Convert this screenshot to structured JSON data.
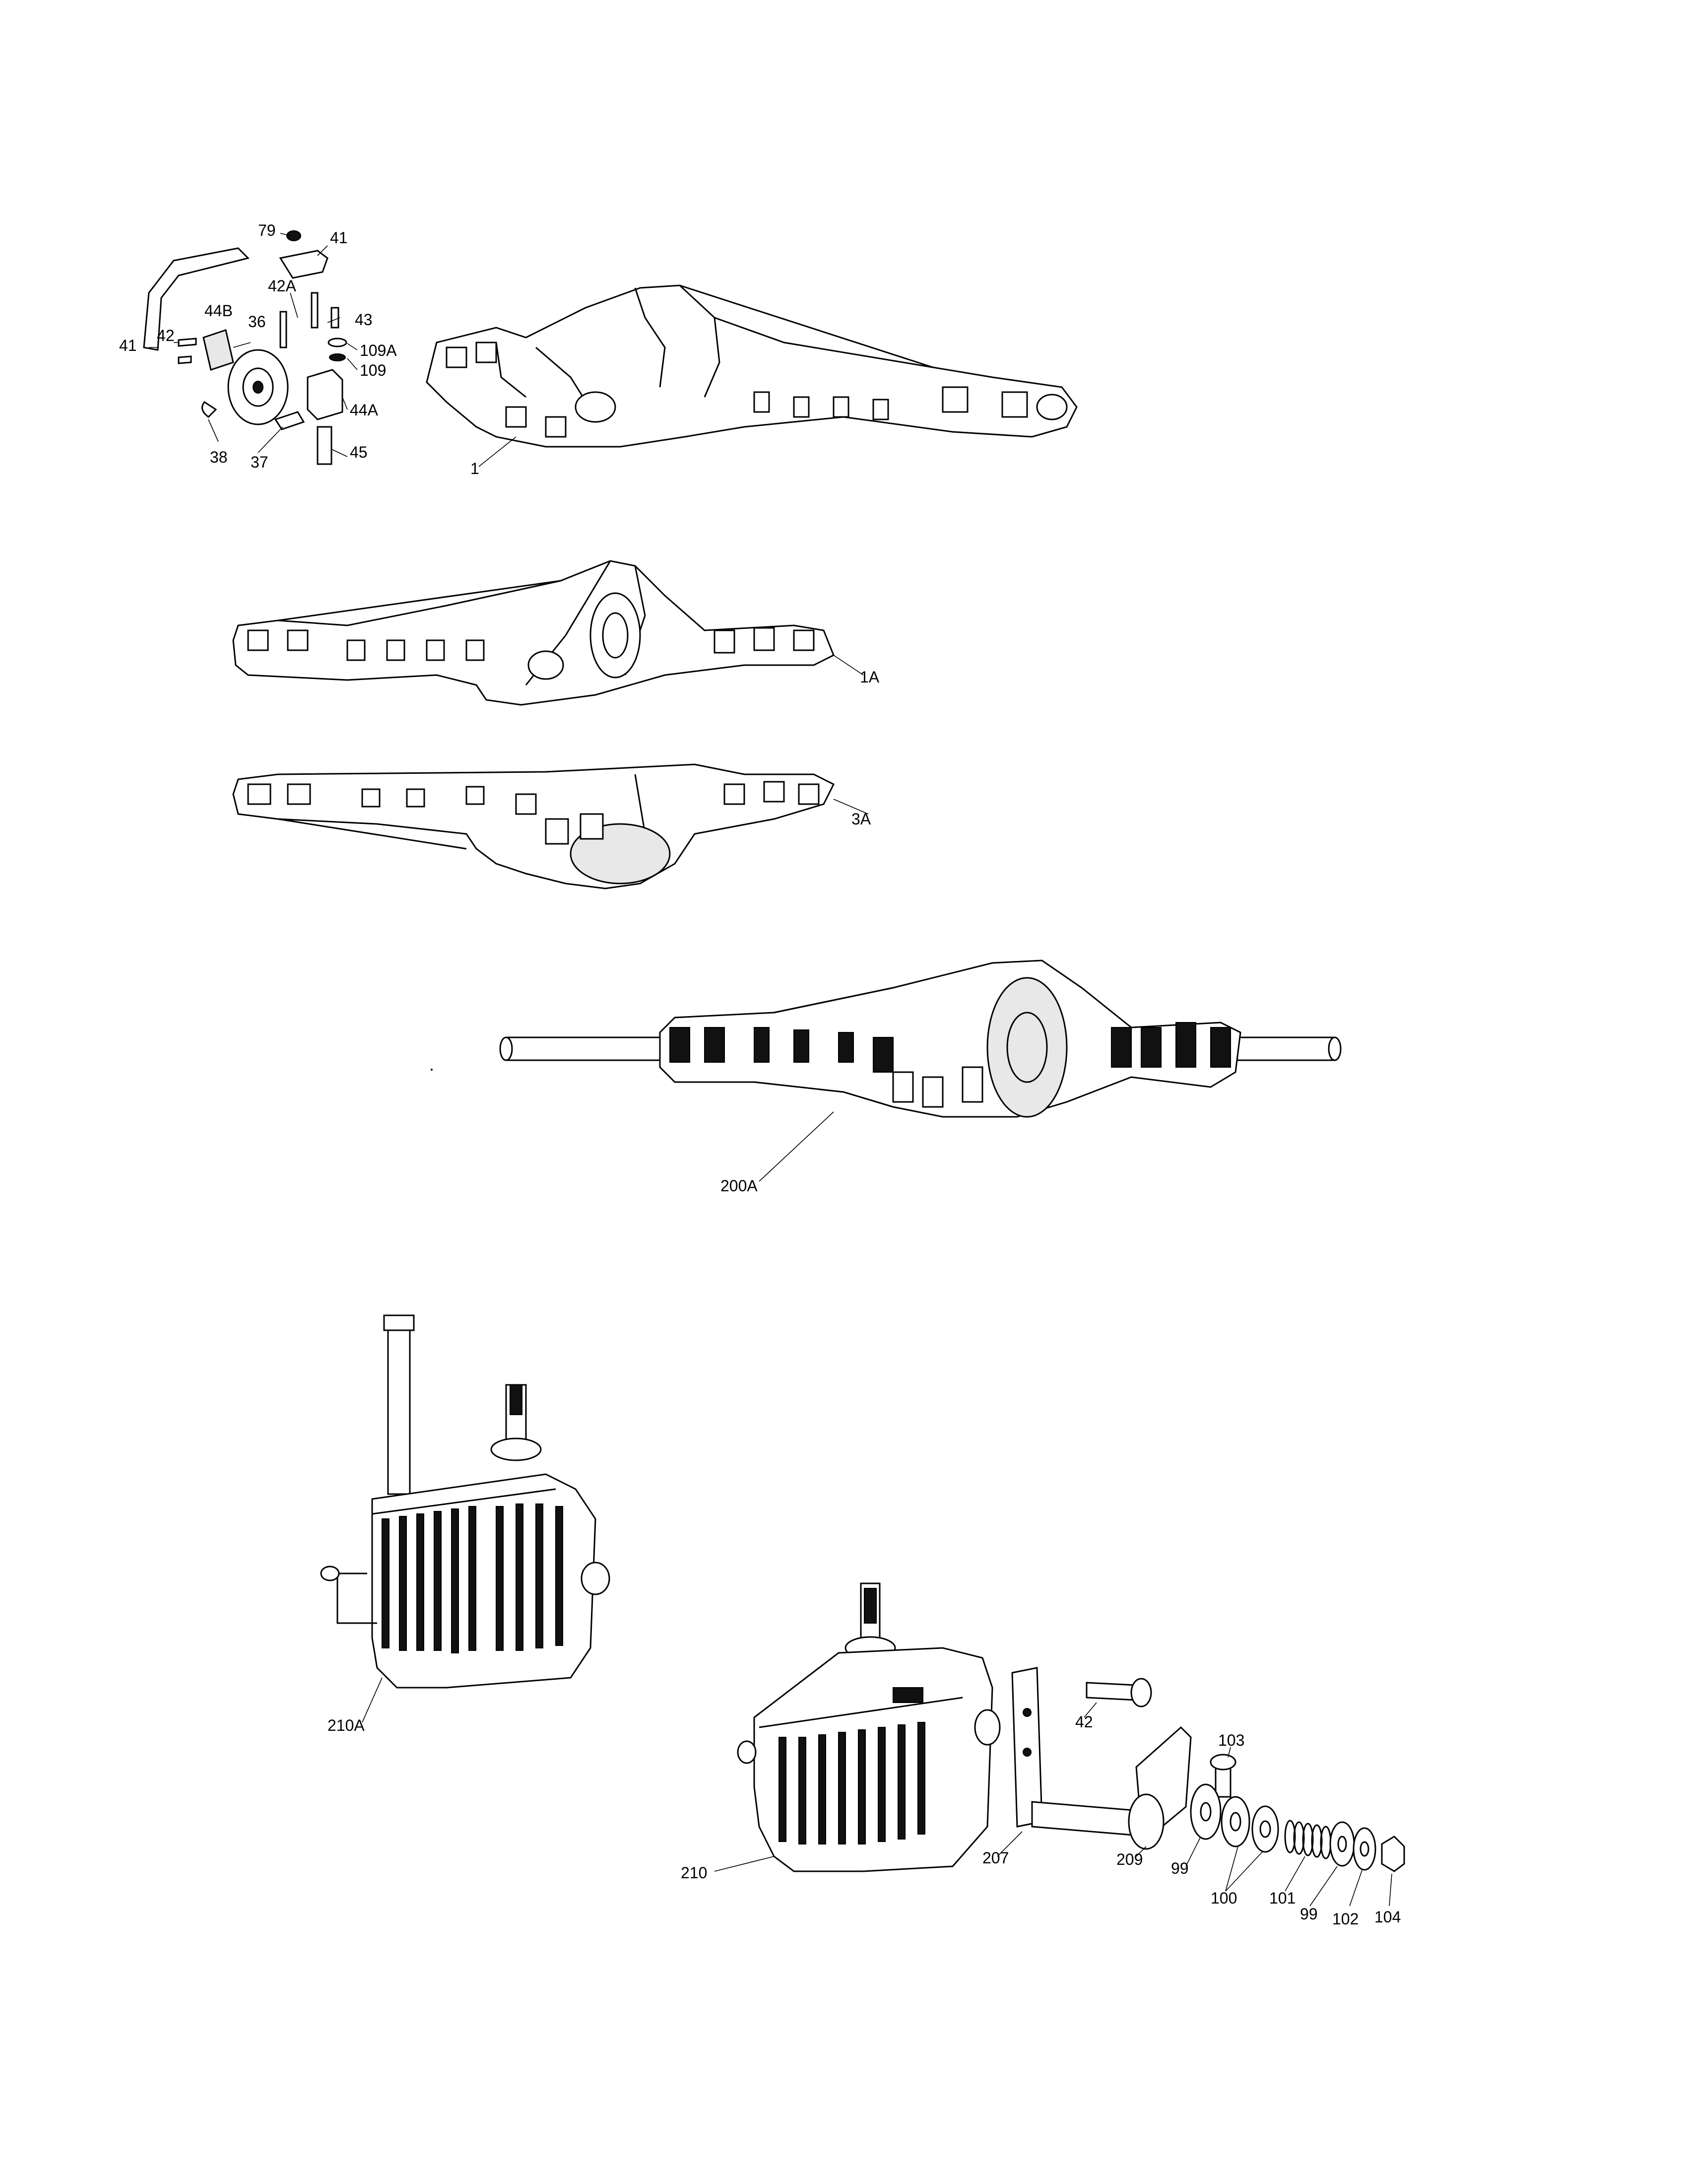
{
  "labels": [
    {
      "id": "79",
      "text": "79"
    },
    {
      "id": "41a",
      "text": "41"
    },
    {
      "id": "42A",
      "text": "42A"
    },
    {
      "id": "43",
      "text": "43"
    },
    {
      "id": "44B",
      "text": "44B"
    },
    {
      "id": "36",
      "text": "36"
    },
    {
      "id": "42a",
      "text": "42"
    },
    {
      "id": "41b",
      "text": "41"
    },
    {
      "id": "109A",
      "text": "109A"
    },
    {
      "id": "109",
      "text": "109"
    },
    {
      "id": "44A",
      "text": "44A"
    },
    {
      "id": "38",
      "text": "38"
    },
    {
      "id": "37",
      "text": "37"
    },
    {
      "id": "45",
      "text": "45"
    },
    {
      "id": "1",
      "text": "1"
    },
    {
      "id": "1A",
      "text": "1A"
    },
    {
      "id": "3A",
      "text": "3A"
    },
    {
      "id": "200A",
      "text": "200A"
    },
    {
      "id": "210A",
      "text": "210A"
    },
    {
      "id": "42b",
      "text": "42"
    },
    {
      "id": "103",
      "text": "103"
    },
    {
      "id": "210",
      "text": "210"
    },
    {
      "id": "207",
      "text": "207"
    },
    {
      "id": "209",
      "text": "209"
    },
    {
      "id": "99a",
      "text": "99"
    },
    {
      "id": "100",
      "text": "100"
    },
    {
      "id": "101",
      "text": "101"
    },
    {
      "id": "99b",
      "text": "99"
    },
    {
      "id": "102",
      "text": "102"
    },
    {
      "id": "104",
      "text": "104"
    }
  ]
}
